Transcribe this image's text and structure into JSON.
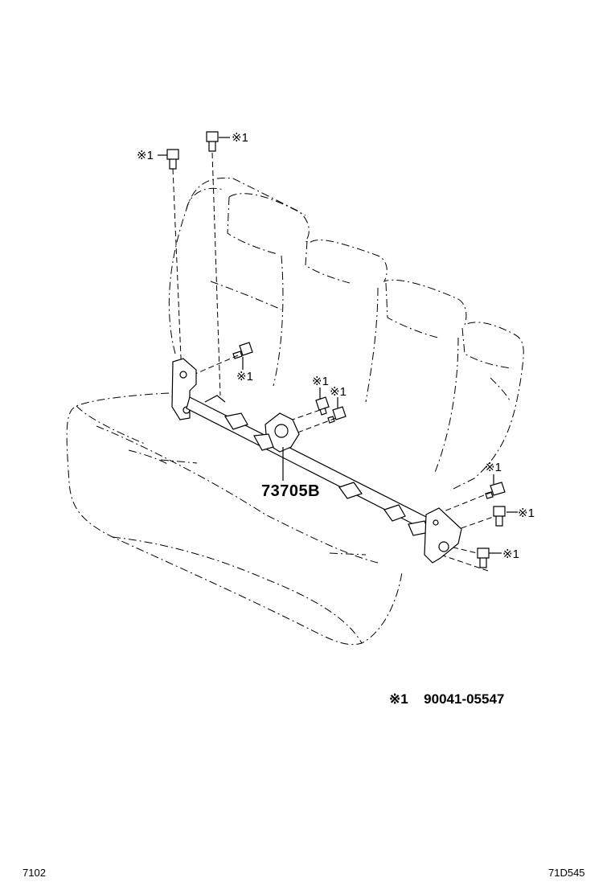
{
  "callouts": {
    "ref_mark": "※1",
    "part_number": "73705B"
  },
  "legend": {
    "mark": "※1",
    "value": "90041-05547"
  },
  "footer": {
    "left_code": "7102",
    "right_code": "71D545"
  },
  "icons": [
    "bolt-icon"
  ]
}
